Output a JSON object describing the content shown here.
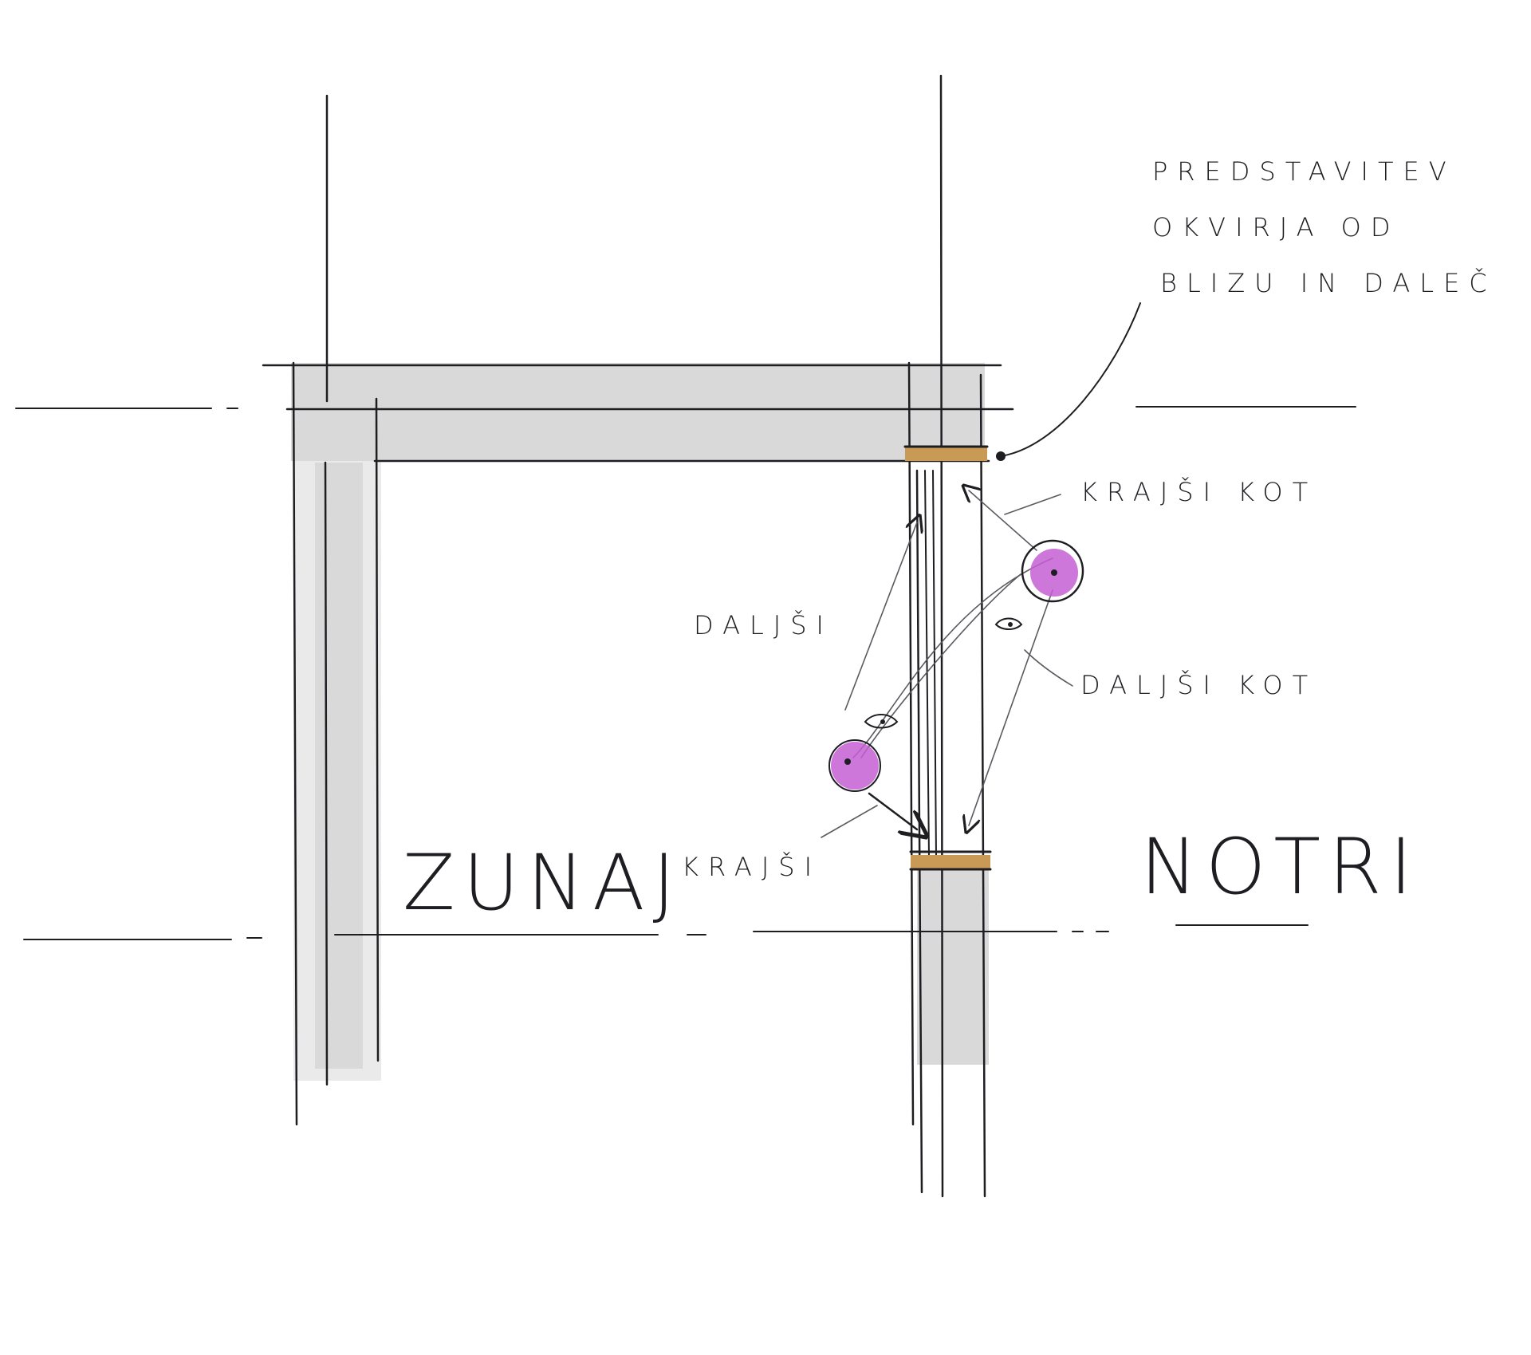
{
  "labels": {
    "title_line_1": "PREDSTAVITEV",
    "title_line_2": "OKVIRJA OD",
    "title_line_3": "BLIZU IN DALEČ",
    "krajsi_kot": "KRAJŠI KOT",
    "daljsi_kot": "DALJŠI KOT",
    "daljsi": "DALJŠI",
    "krajsi": "KRAJŠI",
    "zunaj": "ZUNAJ",
    "notri": "NOTRI"
  },
  "colors": {
    "ink": "#1e1e22",
    "wall_fill": "#d9d9d9",
    "frame_wood": "#c99a55",
    "person": "#c65fd4",
    "background": "#ffffff"
  },
  "icons": [
    "eye-icon",
    "eye-icon",
    "person-circle-icon",
    "person-circle-icon"
  ]
}
